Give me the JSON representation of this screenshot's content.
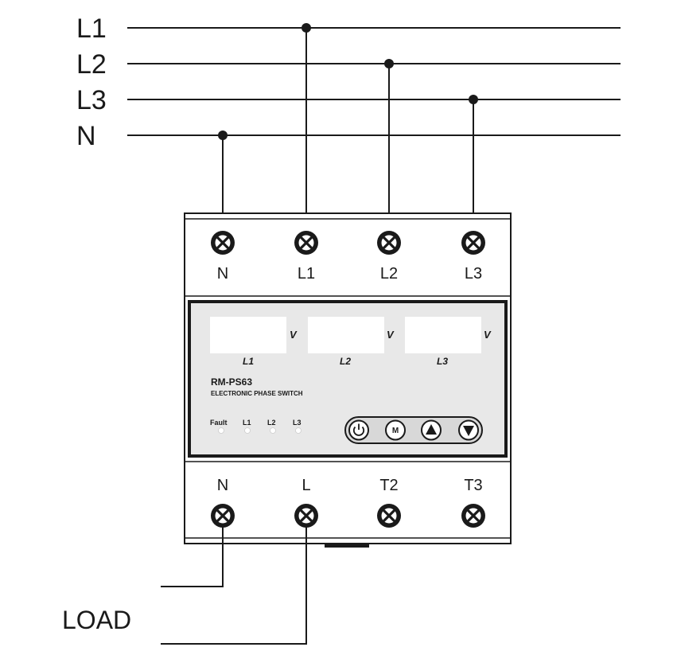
{
  "supply_lines": [
    "L1",
    "L2",
    "L3",
    "N"
  ],
  "device": {
    "top_terminals": [
      "N",
      "L1",
      "L2",
      "L3"
    ],
    "bottom_terminals": [
      "N",
      "L",
      "T2",
      "T3"
    ],
    "display": {
      "phases": [
        "L1",
        "L2",
        "L3"
      ],
      "unit": "V"
    },
    "model": "RM-PS63",
    "subtitle": "ELECTRONIC PHASE SWITCH",
    "indicators": [
      "Fault",
      "L1",
      "L2",
      "L3"
    ],
    "buttons": [
      {
        "name": "power",
        "icon": "power-icon"
      },
      {
        "name": "mode",
        "label": "M"
      },
      {
        "name": "up",
        "icon": "triangle-up-icon"
      },
      {
        "name": "down",
        "icon": "triangle-down-icon"
      }
    ]
  },
  "load_label": "LOAD",
  "colors": {
    "ink": "#1a1a1a",
    "panel": "#e8e8e8",
    "screen": "#ffffff",
    "body": "#ffffff"
  }
}
